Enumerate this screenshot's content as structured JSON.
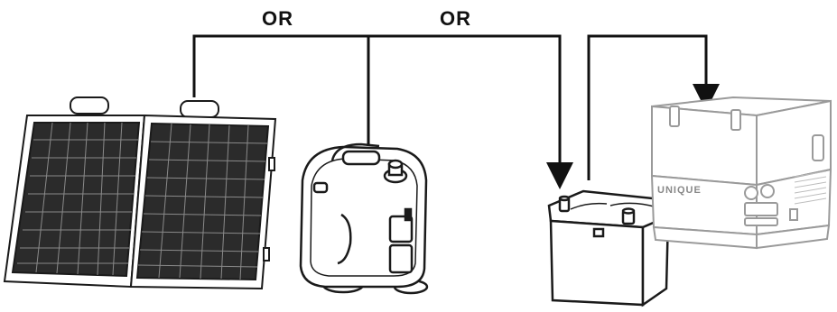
{
  "labels": {
    "or_left": "OR",
    "or_right": "OR"
  },
  "fridge": {
    "brand_logo": "UNIQUE"
  },
  "colors": {
    "line": "#111111",
    "panel_cell": "#2b2b2b",
    "outline": "#1a1a1a",
    "background": "#ffffff"
  },
  "icons": [
    "solar-panel-icon",
    "generator-icon",
    "battery-icon",
    "fridge-icon"
  ]
}
